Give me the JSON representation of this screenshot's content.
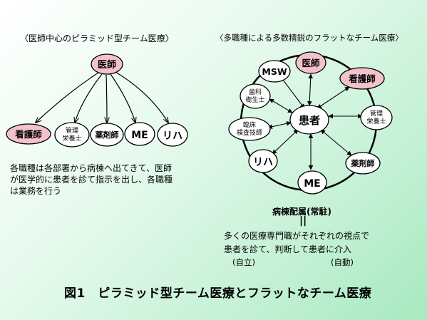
{
  "left": {
    "title": "〈医師中心のピラミッド型チーム医療〉",
    "top_node": "医師",
    "nodes": {
      "nurse": "看護師",
      "dietitian_line1": "管理",
      "dietitian_line2": "栄養士",
      "pharmacist": "薬剤師",
      "me": "ME",
      "rehab": "リハ"
    },
    "description": [
      "各職種は各部署から病棟へ出てきて、医師",
      "が医学的に患者を診て指示を出し、各職種",
      "は業務を行う"
    ]
  },
  "right": {
    "title": "〈多職種による多数精鋭のフラットなチーム医療〉",
    "center": "患者",
    "nodes": {
      "msw": "MSW",
      "doctor": "医師",
      "nurse": "看護師",
      "dietitian_line1": "管理",
      "dietitian_line2": "栄養士",
      "pharmacist": "薬剤師",
      "me": "ME",
      "rehab": "リハ",
      "lab_line1": "臨床",
      "lab_line2": "検査技師",
      "dental_line1": "歯科",
      "dental_line2": "衛生士"
    },
    "ward_label": "病棟配属(常駐)",
    "equals": "||",
    "description": [
      "多くの医療専門職がそれぞれの視点で",
      "患者を診て、判断して患者に介入"
    ],
    "tag_independent": "(自立)",
    "tag_autonomous": "(自動)"
  },
  "caption": "図1　ピラミッド型チーム医療とフラットなチーム医療",
  "colors": {
    "highlight_fill": "#f3c2cc",
    "node_fill": "#ffffff",
    "stroke": "#000000"
  }
}
